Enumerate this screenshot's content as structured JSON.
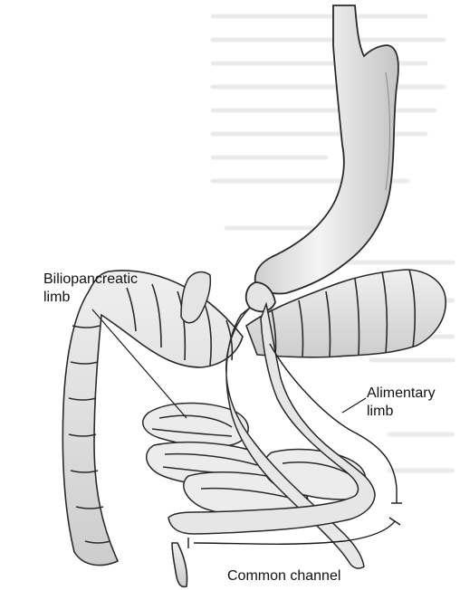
{
  "labels": {
    "biliopancreatic": {
      "line1": "Biliopancreatic",
      "line2": "limb"
    },
    "alimentary": {
      "line1": "Alimentary",
      "line2": "limb"
    },
    "common_channel": "Common channel"
  },
  "colors": {
    "background": "#ffffff",
    "organ_fill": "#e9e9e9",
    "organ_stroke": "#2a2a2a",
    "page_text_ghost": "#d6d6d6",
    "label_text": "#111111"
  }
}
